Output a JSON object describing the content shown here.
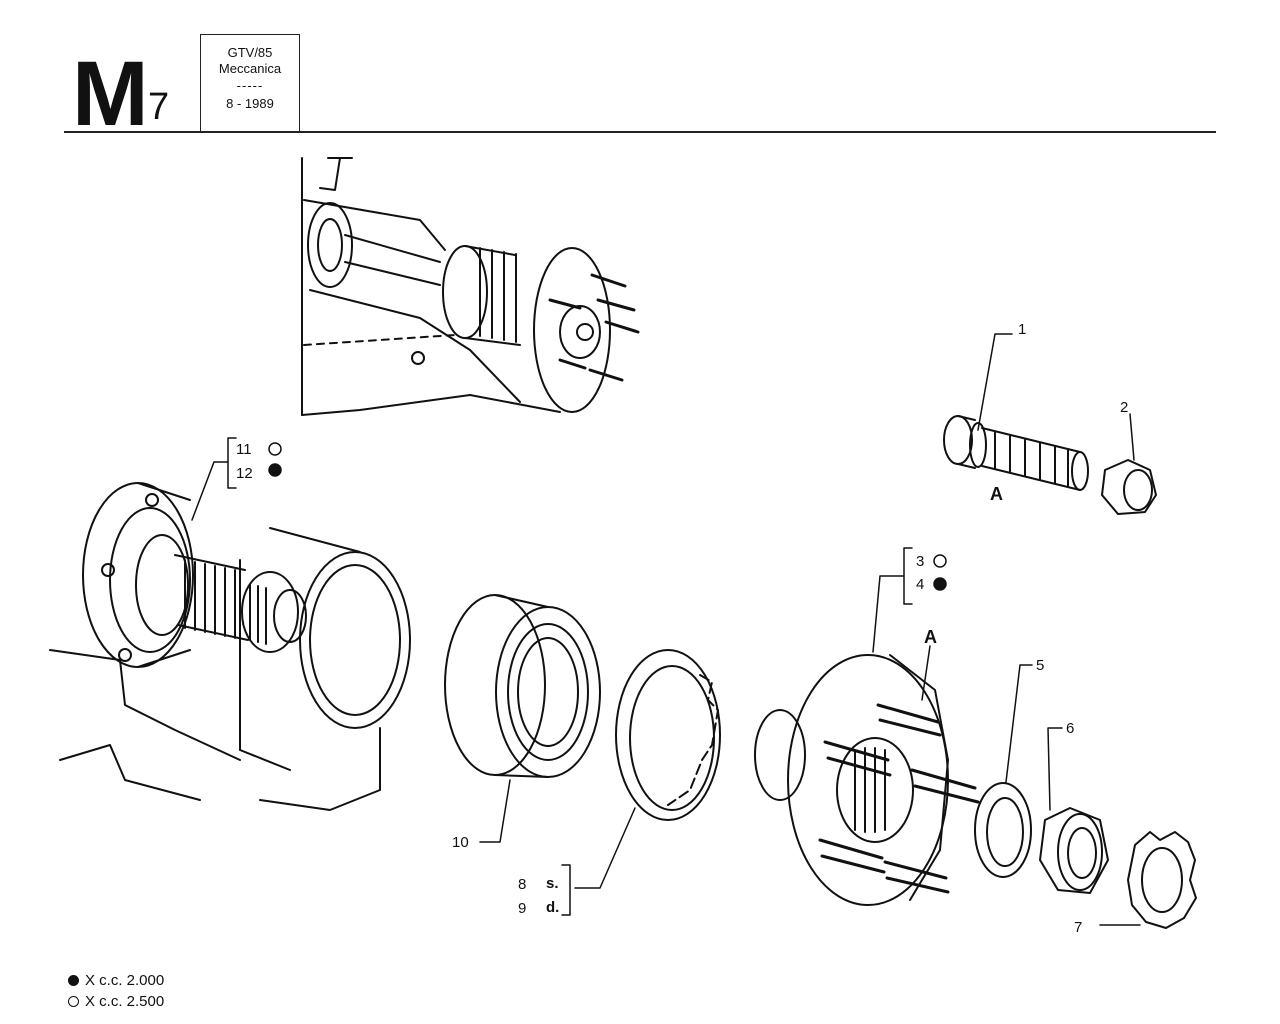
{
  "header": {
    "section_letter": "M",
    "section_number": "7",
    "model": "GTV/85",
    "group": "Meccanica",
    "separator": "-----",
    "date": "8 - 1989"
  },
  "callouts": {
    "c1": "1",
    "c2": "2",
    "c3": "3",
    "c4": "4",
    "c5": "5",
    "c6": "6",
    "c7": "7",
    "c8": "8",
    "c9": "9",
    "c10": "10",
    "c11": "11",
    "c12": "12",
    "side_left": "s.",
    "side_right": "d.",
    "detail_a_stud": "A",
    "detail_a_hub": "A"
  },
  "legend": {
    "filled": "X c.c. 2.000",
    "open": "X c.c. 2.500"
  },
  "colors": {
    "ink": "#111111",
    "paper": "#ffffff"
  }
}
